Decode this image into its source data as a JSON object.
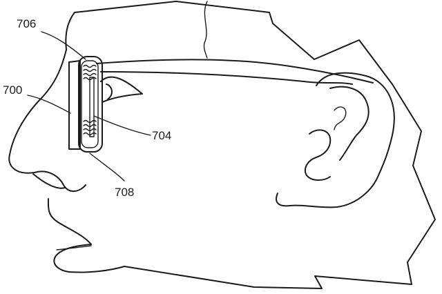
{
  "figure": {
    "reference_numerals": {
      "r706": "706",
      "r700": "700",
      "r704": "704",
      "r708": "708"
    },
    "line_color": "#1a1a1a",
    "background_color": "#ffffff"
  }
}
